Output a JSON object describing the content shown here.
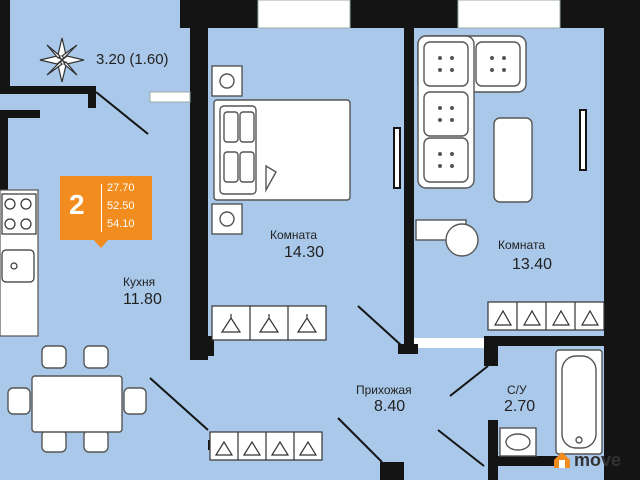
{
  "balcony": {
    "area": "3.20 (1.60)"
  },
  "badge": {
    "rooms": "2",
    "living_area": "27.70",
    "kitchen_area": "52.50",
    "total_area": "54.10"
  },
  "rooms": {
    "bedroom1": {
      "name": "Комната",
      "area": "14.30"
    },
    "bedroom2": {
      "name": "Комната",
      "area": "13.40"
    },
    "kitchen": {
      "name": "Кухня",
      "area": "11.80"
    },
    "hallway": {
      "name": "Прихожая",
      "area": "8.40"
    },
    "bathroom": {
      "name": "С/У",
      "area": "2.70"
    }
  },
  "logo": {
    "text": "move"
  },
  "colors": {
    "floor": "#a9c8ea",
    "wall": "#141414",
    "badge": "#f28c1e",
    "logo_accent": "#f28c1e",
    "furniture": "#ffffff"
  },
  "icons": [
    "compass-icon",
    "hanger-icon",
    "stove-icon",
    "sink-icon",
    "bathtub-icon",
    "move-logo-icon"
  ]
}
